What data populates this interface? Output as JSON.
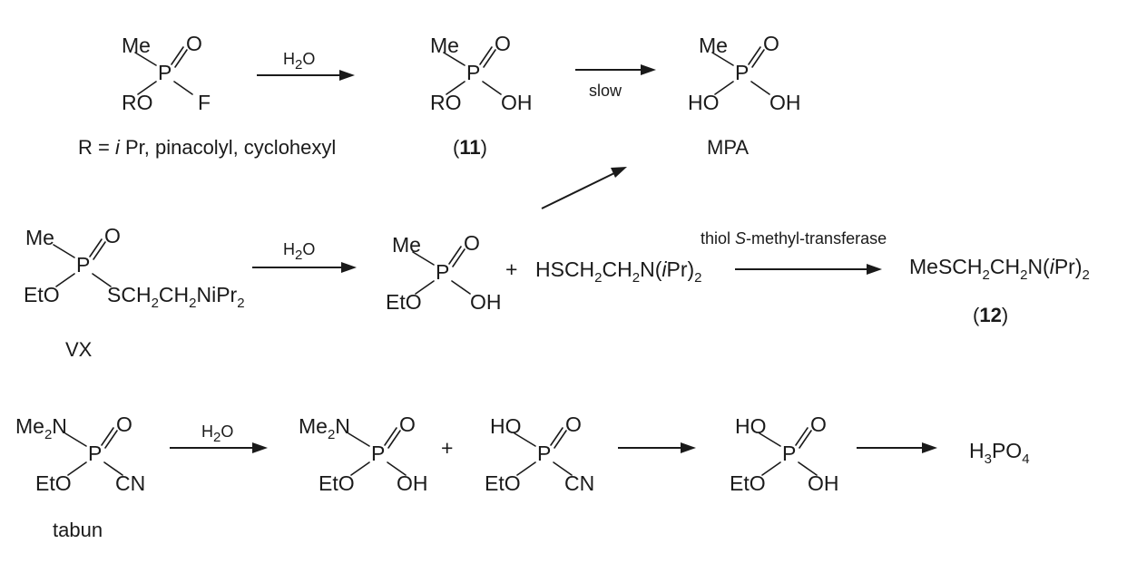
{
  "reagents": {
    "water": [
      "H",
      "2",
      "O"
    ],
    "slow": "slow",
    "enzyme": [
      "thiol ",
      "S",
      "-methyl-transferase"
    ]
  },
  "atoms": {
    "me": "Me",
    "o": "O",
    "p": "P",
    "f": "F",
    "oh": "OH",
    "ho": "HO",
    "ro": "RO",
    "eto": "EtO",
    "cn": "CN",
    "me2n": [
      "Me",
      "2",
      "N"
    ]
  },
  "row1": {
    "r_definition": [
      "R = ",
      "i",
      " Pr, pinacolyl, cyclohexyl"
    ],
    "compound11": [
      "(",
      "11",
      ")"
    ],
    "mpa": "MPA"
  },
  "row2": {
    "vx_chain": [
      "SCH",
      "2",
      "CH",
      "2",
      "NiPr",
      "2"
    ],
    "vx_name": "VX",
    "plus": "+",
    "thiol": [
      "HSCH",
      "2",
      "CH",
      "2",
      "N(",
      "i",
      "Pr)",
      "2"
    ],
    "product12": [
      "MeSCH",
      "2",
      "CH",
      "2",
      "N(",
      "i",
      "Pr)",
      "2"
    ],
    "compound12": [
      "(",
      "12",
      ")"
    ]
  },
  "row3": {
    "tabun_name": "tabun",
    "plus": "+",
    "phosphoric": [
      "H",
      "3",
      "PO",
      "4"
    ]
  }
}
